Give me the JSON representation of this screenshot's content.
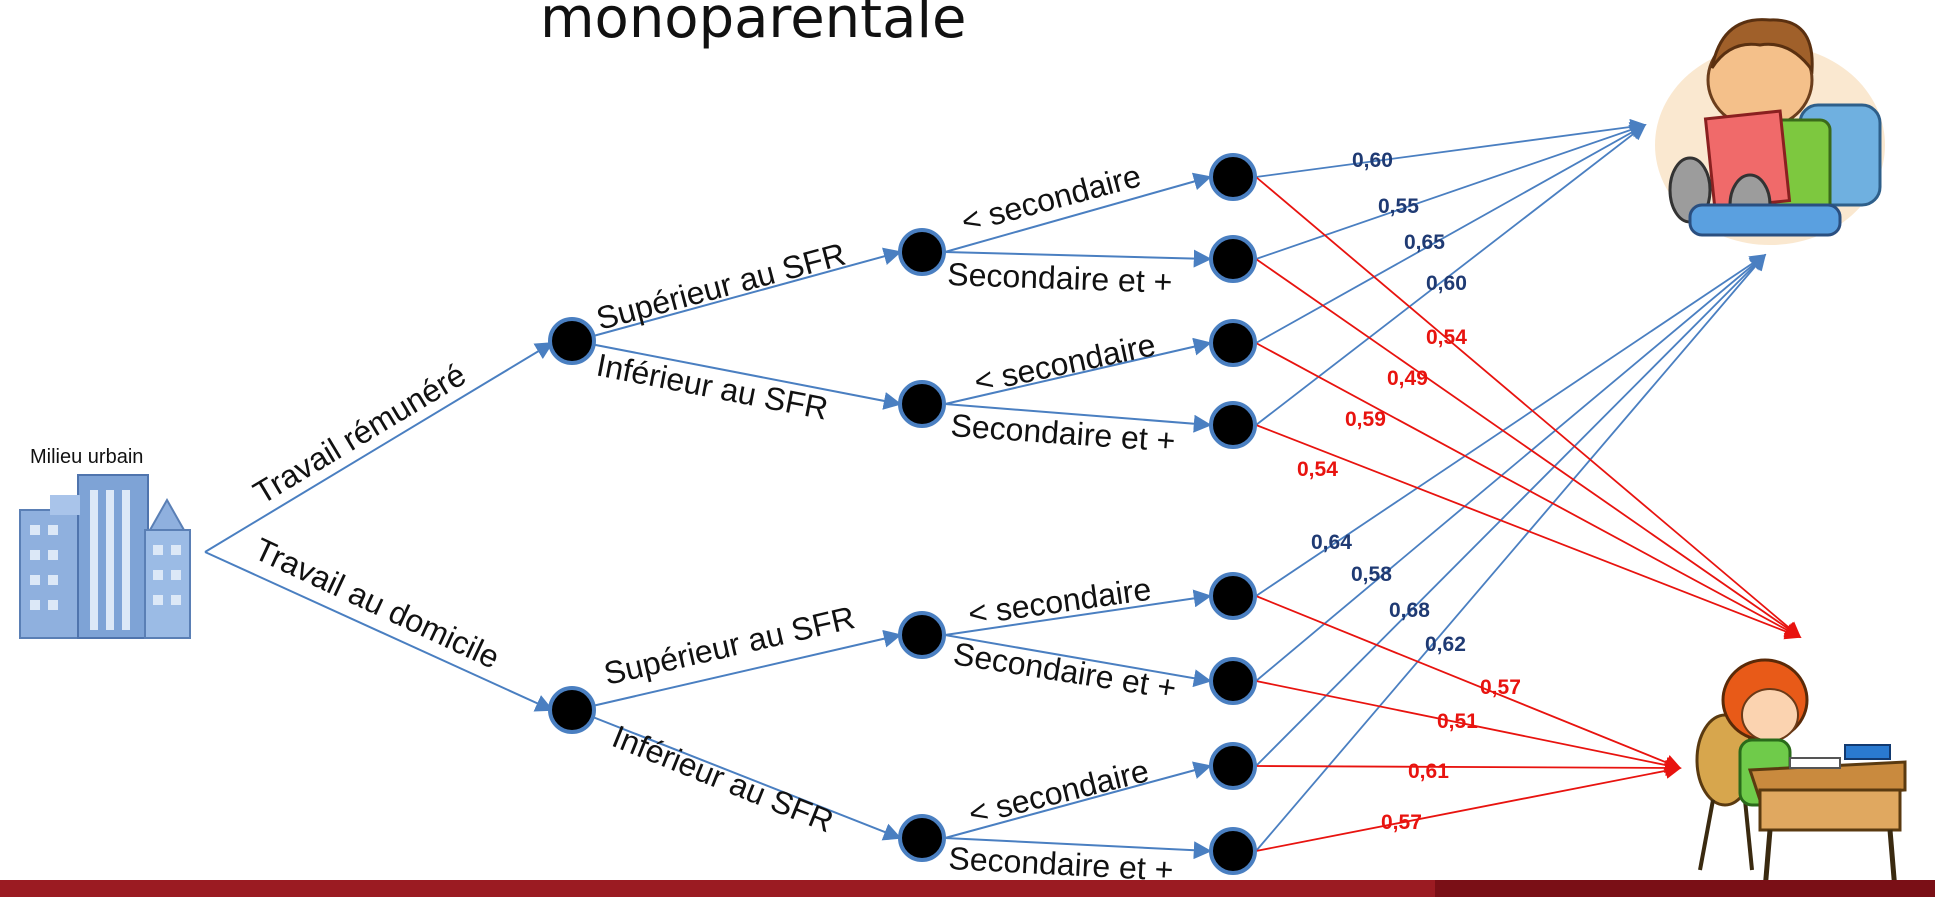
{
  "title": "monoparentale",
  "root_label": "Milieu urbain",
  "level1": {
    "top": "Travail rémunéré",
    "bottom": "Travail au domicile"
  },
  "level2": {
    "top_up": "Supérieur au SFR",
    "top_down": "Inférieur au SFR",
    "bottom_up": "Supérieur au SFR",
    "bottom_down": "Inférieur au SFR"
  },
  "level3": {
    "a1": "< secondaire",
    "a2": "Secondaire et +",
    "b1": "< secondaire",
    "b2": "Secondaire et +",
    "c1": "< secondaire",
    "c2": "Secondaire et +",
    "d1": "< secondaire",
    "d2": "Secondaire et +"
  },
  "blue_values": [
    "0,60",
    "0,55",
    "0,65",
    "0,60",
    "0,64",
    "0,58",
    "0,68",
    "0,62"
  ],
  "red_values": [
    "0,54",
    "0,49",
    "0,59",
    "0,54",
    "0,57",
    "0,51",
    "0,61",
    "0,57"
  ],
  "colors": {
    "blue_arrow": "#4a7fc1",
    "red_arrow": "#e8130f",
    "blue_value": "#1f3a73",
    "red_value": "#e8130f",
    "node": "#000000",
    "node_ring": "#4a7fc1",
    "bottom_bar": "#9b1b22"
  },
  "icons": {
    "root": "city-buildings-icon",
    "top_outcome": "boy-reading-icon",
    "bottom_outcome": "girl-studying-icon"
  }
}
